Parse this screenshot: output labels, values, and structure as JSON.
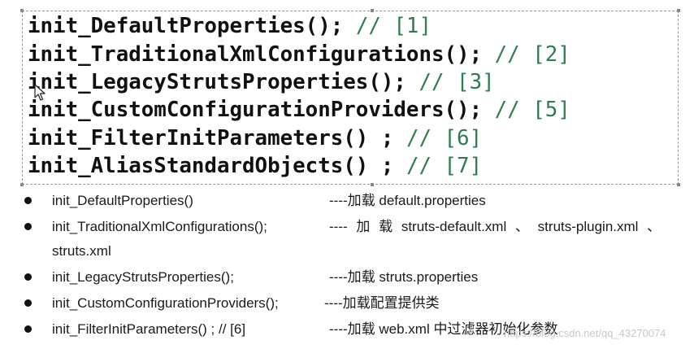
{
  "code_snippet": {
    "lines": [
      {
        "code": "init_DefaultProperties();",
        "comment": "// [1]"
      },
      {
        "code": "init_TraditionalXmlConfigurations();",
        "comment": "// [2]"
      },
      {
        "code": "init_LegacyStrutsProperties();",
        "comment": "// [3]"
      },
      {
        "code": "init_CustomConfigurationProviders();",
        "comment": "// [5]"
      },
      {
        "code": "init_FilterInitParameters() ;",
        "comment": "// [6]"
      },
      {
        "code": "init_AliasStandardObjects() ;",
        "comment": "// [7]"
      }
    ],
    "colors": {
      "code": "#111111",
      "comment": "#2e7d4f"
    }
  },
  "bullets": [
    {
      "function": "init_DefaultProperties()",
      "description": "----加载 default.properties"
    },
    {
      "function": "init_TraditionalXmlConfigurations();",
      "description": "---- 加 载 struts-default.xml 、 struts-plugin.xml 、",
      "continuation": "struts.xml"
    },
    {
      "function": "init_LegacyStrutsProperties();",
      "description": "----加载 struts.properties"
    },
    {
      "function": "init_CustomConfigurationProviders();",
      "description": "----加载配置提供类"
    },
    {
      "function": "init_FilterInitParameters() ; // [6]",
      "description": "----加载 web.xml 中过滤器初始化参数"
    }
  ],
  "watermark": "https://blog.csdn.net/qq_43270074"
}
